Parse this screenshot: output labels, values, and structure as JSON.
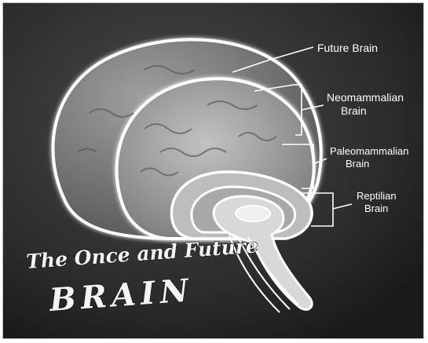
{
  "labels": {
    "future": "Future Brain",
    "neo_line1": "Neomammalian",
    "neo_line2": "Brain",
    "paleo_line1": "Paleomammalian",
    "paleo_line2": "Brain",
    "reptilian_line1": "Reptilian",
    "reptilian_line2": "Brain"
  },
  "title": {
    "line1": "The Once and Future",
    "line2": "BRAIN"
  },
  "colors": {
    "background": "#2a2a2a",
    "outline": "#ffffff",
    "future_fill": "#7a7a7a",
    "neo_fill": "#9b9b9b",
    "paleo_fill": "#bdbdbd",
    "reptilian_fill": "#d8d8d8"
  }
}
